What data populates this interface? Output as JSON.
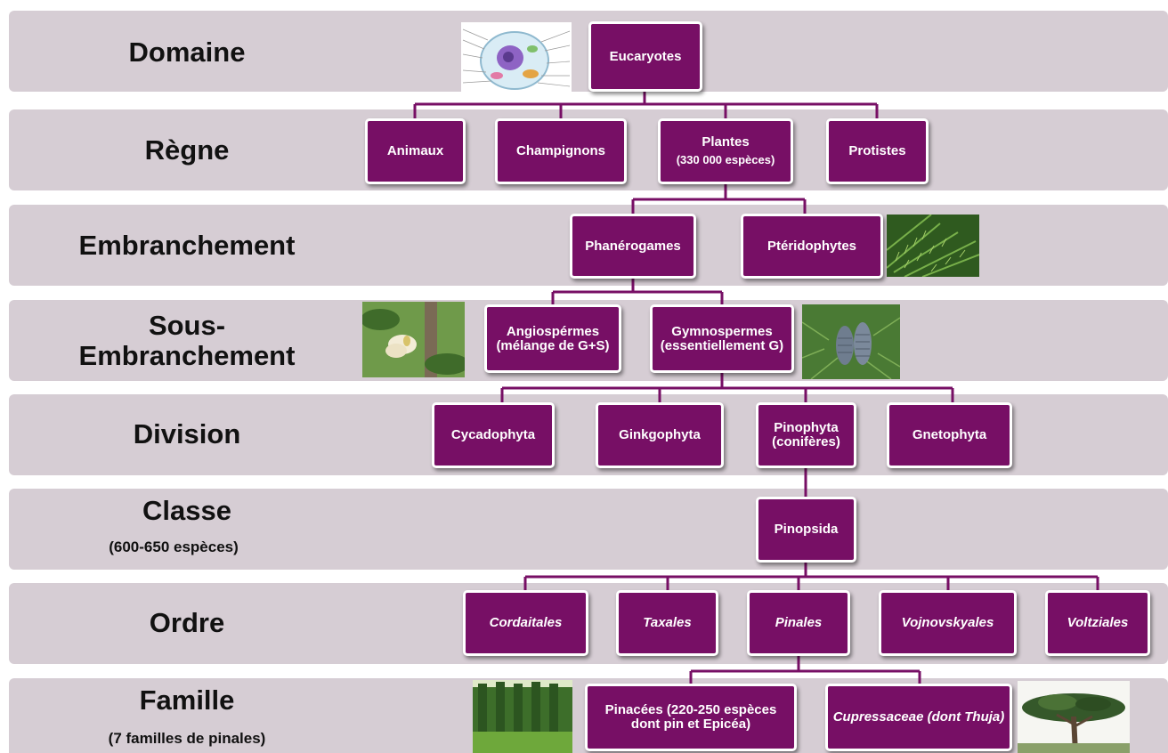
{
  "ranks": {
    "domaine": "Domaine",
    "regne": "Règne",
    "embranchement": "Embranchement",
    "sous_line1": "Sous-",
    "sous_line2": "Embranchement",
    "division": "Division",
    "classe": "Classe",
    "classe_note": "(600-650 espèces)",
    "ordre": "Ordre",
    "famille": "Famille",
    "famille_note": "(7 familles de pinales)"
  },
  "nodes": {
    "eucaryotes": "Eucaryotes",
    "animaux": "Animaux",
    "champignons": "Champignons",
    "plantes": "Plantes",
    "plantes_note": "(330 000 espèces)",
    "protistes": "Protistes",
    "phanerogames": "Phanérogames",
    "pteridophytes": "Ptéridophytes",
    "angiospermes": "Angiospérmes (mélange de G+S)",
    "gymnospermes": "Gymnospermes (essentiellement G)",
    "cycadophyta": "Cycadophyta",
    "ginkgophyta": "Ginkgophyta",
    "pinophyta": "Pinophyta (conifères)",
    "gnetophyta": "Gnetophyta",
    "pinopsida": "Pinopsida",
    "cordaitales": "Cordaitales",
    "taxales": "Taxales",
    "pinales": "Pinales",
    "vojnovskyales": "Vojnovskyales",
    "voltziales": "Voltziales",
    "pinacees": "Pinacées (220-250 espèces dont pin et Epicéa)",
    "cupressaceae": "Cupressaceae (dont Thuja)"
  },
  "images": {
    "cell": "cell-diagram-image",
    "fern": "fern-image",
    "magnolia": "magnolia-flower-image",
    "cones": "fir-cones-image",
    "hedge": "cypress-hedge-image",
    "pine": "umbrella-pine-image"
  },
  "colors": {
    "band": "#d6cdd4",
    "node": "#770f65",
    "line": "#770f65"
  }
}
